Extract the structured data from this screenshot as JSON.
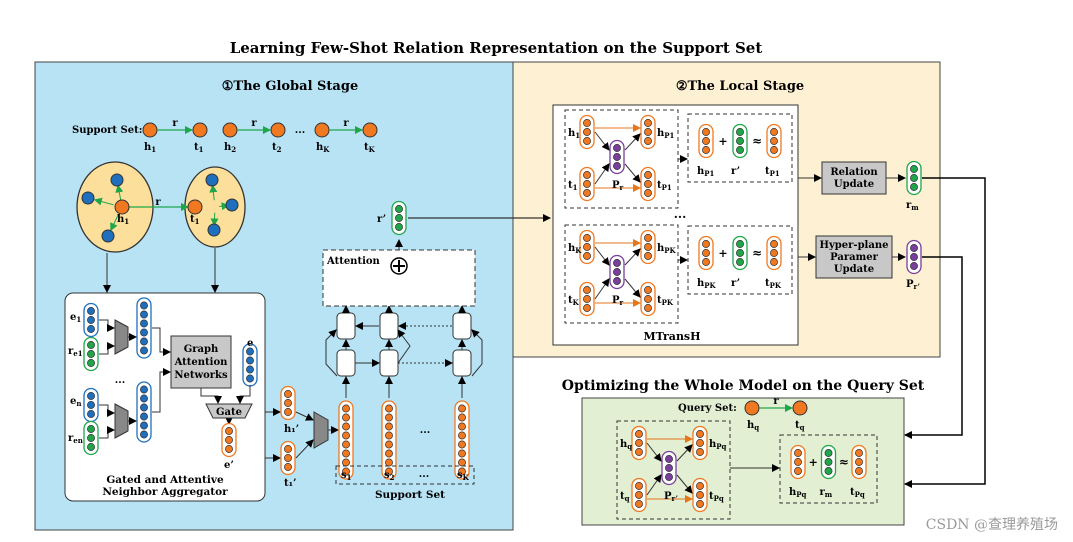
{
  "title": "Learning Few-Shot Relation Representation on the Support Set",
  "global_stage": {
    "title": "①The Global Stage",
    "support_set_label": "Support Set:",
    "pairs": [
      {
        "h": "h",
        "hs": "1",
        "t": "t",
        "ts": "1"
      },
      {
        "h": "h",
        "hs": "2",
        "t": "t",
        "ts": "2"
      },
      {
        "h": "h",
        "hs": "K",
        "t": "t",
        "ts": "K"
      }
    ],
    "edge_label": "r",
    "ellipsis": "...",
    "graph_h_label": "h",
    "graph_h_sub": "1",
    "graph_t_label": "t",
    "graph_t_sub": "1",
    "graph_edge_label": "r",
    "aggregator": {
      "inputs": [
        {
          "label": "e",
          "sub": "1"
        },
        {
          "label": "r",
          "sub": "e1"
        },
        {
          "label": "e",
          "sub": "n"
        },
        {
          "label": "r",
          "sub": "en"
        }
      ],
      "gat_label": "Graph\nAttention\nNetworks",
      "gate_label": "Gate",
      "e_label": "e",
      "e_prime_label": "e’",
      "caption": "Gated and Attentive\nNeighbor Aggregator",
      "ellipsis": "..."
    },
    "h1p_label": "h₁’",
    "t1p_label": "t₁’",
    "attention_label": "Attention",
    "r_prime_label": "r’",
    "support_labels": [
      {
        "label": "s",
        "sub": "1"
      },
      {
        "label": "s",
        "sub": "2"
      },
      {
        "label": "s",
        "sub": "K"
      }
    ],
    "support_caption": "Support Set"
  },
  "local_stage": {
    "title": "②The Local Stage",
    "rows": [
      {
        "h": "h",
        "hs": "1",
        "t": "t",
        "ts": "1",
        "p": "P",
        "ps": "r",
        "hp": "h",
        "hps": "P1",
        "tp": "t",
        "tps": "P1",
        "rp": "r’"
      },
      {
        "h": "h",
        "hs": "K",
        "t": "t",
        "ts": "K",
        "p": "P",
        "ps": "r",
        "hp": "h",
        "hps": "PK",
        "tp": "t",
        "tps": "PK",
        "rp": "r’"
      }
    ],
    "plus": "+",
    "approx": "≈",
    "ellipsis": "...",
    "mtransh_label": "MTransH",
    "relation_update": "Relation\nUpdate",
    "hyperplane_update": "Hyper-plane\nParamer\nUpdate",
    "rm_label": "r",
    "rm_sub": "m",
    "pr_prime_label": "P",
    "pr_prime_sub": "r’"
  },
  "query_stage": {
    "title": "Optimizing the Whole Model on the Query Set",
    "query_set_label": "Query Set:",
    "hq": "h",
    "hq_sub": "q",
    "tq": "t",
    "tq_sub": "q",
    "edge_label": "r",
    "left": {
      "h": "h",
      "hs": "q",
      "t": "t",
      "ts": "q",
      "p": "P",
      "ps": "r’",
      "hp": "h",
      "hps": "Pq",
      "tp": "t",
      "tps": "Pq"
    },
    "right": {
      "hp": "h",
      "hps": "Pq",
      "rm": "r",
      "rms": "m",
      "tp": "t",
      "tps": "Pq"
    },
    "plus": "+",
    "approx": "≈"
  },
  "watermark": "CSDN @查理养殖场",
  "colors": {
    "global_bg": "#b7e3f5",
    "local_bg": "#fdf0d3",
    "query_bg": "#e2efd2",
    "node_orange": "#f07820",
    "node_green": "#1fa64a",
    "node_blue": "#1f6fbf",
    "node_purple": "#7a3e9d",
    "ellipse_fill": "#fcdf9a",
    "gray_box": "#c8c8c8"
  }
}
